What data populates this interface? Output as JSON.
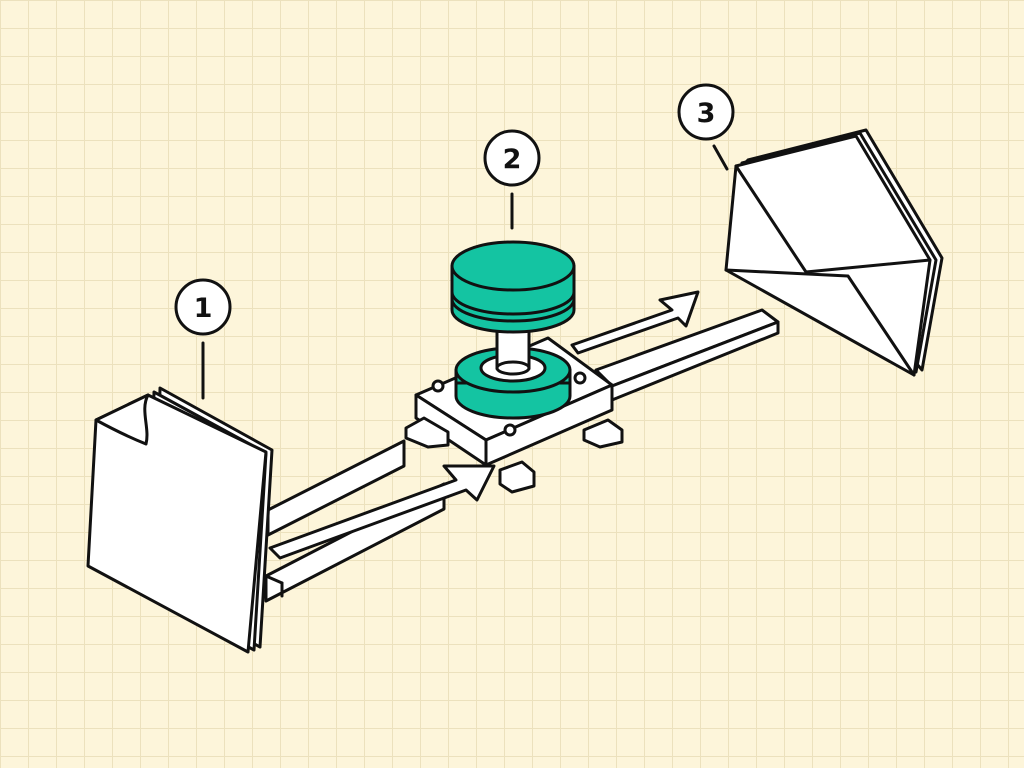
{
  "colors": {
    "background": "#fdf5da",
    "grid": "#ece1bd",
    "ink": "#111111",
    "accent": "#14c4a2",
    "paper": "#ffffff"
  },
  "steps": [
    {
      "number": "1",
      "icon": "document-stack-icon"
    },
    {
      "number": "2",
      "icon": "processing-unit-icon"
    },
    {
      "number": "3",
      "icon": "envelope-icon"
    }
  ],
  "connectors": [
    {
      "from": "1",
      "to": "2",
      "icon": "arrow-right-icon"
    },
    {
      "from": "2",
      "to": "3",
      "icon": "arrow-right-icon"
    }
  ]
}
